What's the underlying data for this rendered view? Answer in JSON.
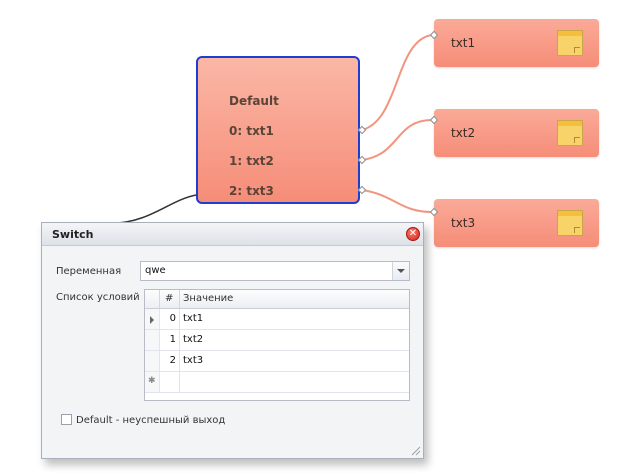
{
  "switch_node": {
    "default_label": "Default",
    "case_0": "0: txt1",
    "case_1": "1: txt2",
    "case_2": "2: txt3"
  },
  "text_nodes": [
    {
      "label": "txt1",
      "icon": "sticky-note-icon"
    },
    {
      "label": "txt2",
      "icon": "sticky-note-icon"
    },
    {
      "label": "txt3",
      "icon": "sticky-note-icon"
    }
  ],
  "dialog": {
    "title": "Switch",
    "close_icon": "close-icon",
    "variable_label": "Переменная",
    "variable_value": "qwe",
    "conditions_label": "Список условий",
    "grid": {
      "headers": [
        "#",
        "Значение"
      ],
      "rows": [
        {
          "num": "0",
          "value": "txt1"
        },
        {
          "num": "1",
          "value": "txt2"
        },
        {
          "num": "2",
          "value": "txt3"
        }
      ],
      "new_row_marker": "✱"
    },
    "default_checkbox_label": "Default - неуспешный выход",
    "default_checked": false
  },
  "colors": {
    "node_fill": "#f58d78",
    "node_border": "#1f3ecf",
    "wire": "#f2957e"
  }
}
